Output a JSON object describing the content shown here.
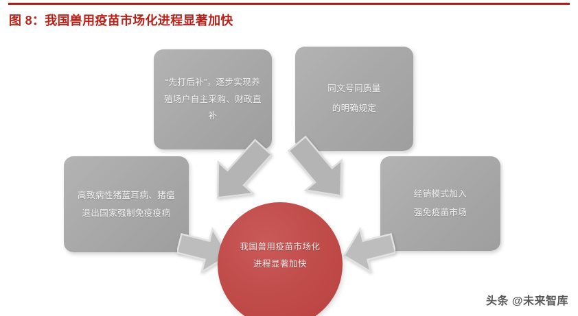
{
  "header": {
    "title": "图 8：我国兽用疫苗市场化进程显著加快",
    "rule_color": "#a81f16",
    "title_color": "#b8221a"
  },
  "diagram": {
    "type": "converging-hub",
    "hub": {
      "label": "我国兽用疫苗市场化\n进程显著加快",
      "shape": "circle",
      "fill_color": "#c14d4b",
      "text_color": "#f5e9e9"
    },
    "nodes": [
      {
        "id": "box-top-left",
        "label": "“先打后补”，逐步实现养\n殖场户自主采购、财政直补",
        "position": "top-left",
        "shape": "rounded-rect",
        "fill_color": "#a9a9a9",
        "text_color": "#f2f2f2"
      },
      {
        "id": "box-top-right",
        "label": "同文号同质量\n的明确规定",
        "position": "top-right",
        "shape": "rounded-rect",
        "fill_color": "#a9a9a9",
        "text_color": "#f2f2f2"
      },
      {
        "id": "box-mid-left",
        "label": "高致病性猪蓝耳病、猪瘟\n退出国家强制免疫疫病",
        "position": "middle-left",
        "shape": "rounded-rect",
        "fill_color": "#a9a9a9",
        "text_color": "#f2f2f2"
      },
      {
        "id": "box-mid-right",
        "label": "经销模式加入\n强免疫苗市场",
        "position": "middle-right",
        "shape": "rounded-rect",
        "fill_color": "#a9a9a9",
        "text_color": "#f2f2f2"
      }
    ],
    "arrows": [
      {
        "id": "arrow-from-top-left",
        "from": "box-top-left",
        "to": "hub",
        "direction": "down-right",
        "color": "#b0b0b0"
      },
      {
        "id": "arrow-from-top-right",
        "from": "box-top-right",
        "to": "hub",
        "direction": "down-left",
        "color": "#b0b0b0"
      },
      {
        "id": "arrow-from-mid-left",
        "from": "box-mid-left",
        "to": "hub",
        "direction": "right",
        "color": "#b9b9b9"
      },
      {
        "id": "arrow-from-mid-right",
        "from": "box-mid-right",
        "to": "hub",
        "direction": "left",
        "color": "#b9b9b9"
      }
    ]
  },
  "watermark": {
    "text": "头条 @未来智库"
  }
}
